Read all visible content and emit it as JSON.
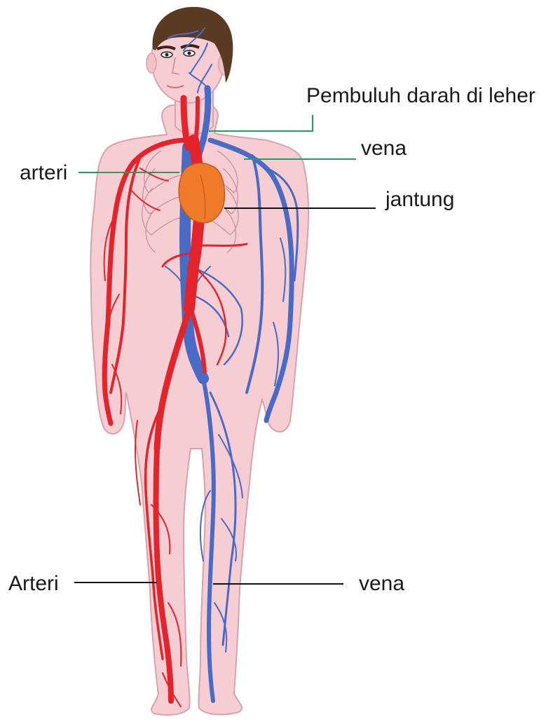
{
  "labels": {
    "neck_vessels": "Pembuluh darah di leher",
    "vein_upper": "vena",
    "artery_upper": "arteri",
    "heart": "jantung",
    "artery_lower": "Arteri",
    "vein_lower": "vena"
  },
  "colors": {
    "skin": "#f6cdd2",
    "skin_outline": "#d9a2aa",
    "artery": "#e3242b",
    "vein": "#4a6bc5",
    "heart": "#ee7a2a",
    "hair": "#5a3a22",
    "leader_green": "#1fa15a",
    "leader_black": "#111111"
  }
}
